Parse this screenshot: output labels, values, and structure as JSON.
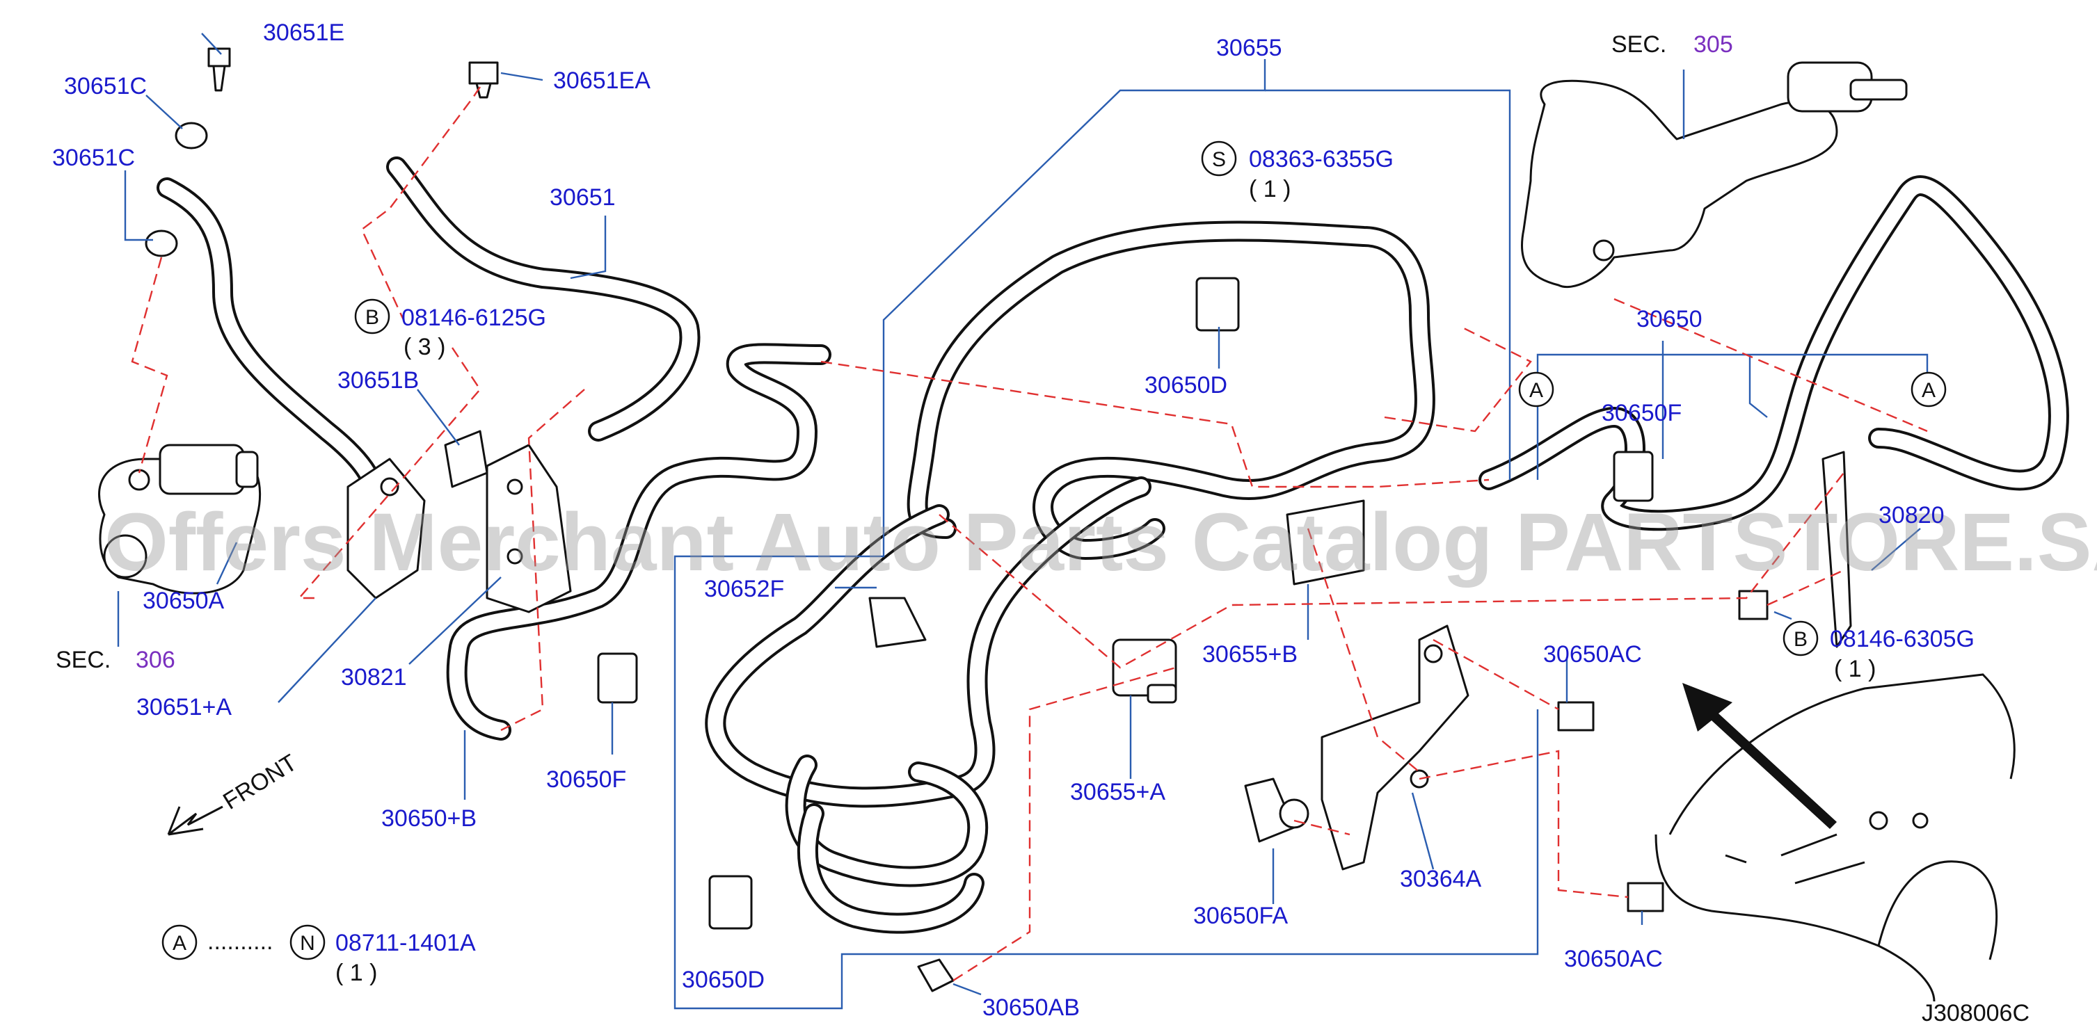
{
  "watermark": "Offers Merchant Auto Parts Catalog PARTSTORE.SA",
  "diagram_code": "J308006C",
  "front_label": "FRONT",
  "labels": {
    "p30651E": "30651E",
    "p30651C_a": "30651C",
    "p30651C_b": "30651C",
    "p30651EA": "30651EA",
    "p30651": "30651",
    "p30651B": "30651B",
    "p30650A": "30650A",
    "p30651A": "30651+A",
    "p30821": "30821",
    "p30650F_left": "30650F",
    "p30650B": "30650+B",
    "p30655": "30655",
    "p30652F": "30652F",
    "p30650D_top": "30650D",
    "p30650D_bottom": "30650D",
    "p30655A": "30655+A",
    "p30655B": "30655+B",
    "p30650FA": "30650FA",
    "p30364A": "30364A",
    "p30650AB": "30650AB",
    "p30650": "30650",
    "p30650F_right": "30650F",
    "p30650AC_a": "30650AC",
    "p30650AC_b": "30650AC",
    "p30820": "30820"
  },
  "sections": {
    "sec306_prefix": "SEC.",
    "sec306_num": "306",
    "sec305_prefix": "SEC.",
    "sec305_num": "305"
  },
  "fasteners": {
    "s_letter": "S",
    "s_part": "08363-6355G",
    "s_qty": "( 1 )",
    "b1_letter": "B",
    "b1_part": "08146-6125G",
    "b1_qty": "( 3 )",
    "b2_letter": "B",
    "b2_part": "08146-6305G",
    "b2_qty": "( 1 )",
    "legend_a": "A",
    "legend_dots": "..........",
    "legend_n": "N",
    "legend_part": "08711-1401A",
    "legend_qty": "( 1 )",
    "a_left": "A",
    "a_right": "A"
  },
  "colors": {
    "label_blue": "#1a1acc",
    "section_purple": "#7a2fbf",
    "leader_blue": "#2a5db0",
    "dash_red": "#e03030"
  }
}
